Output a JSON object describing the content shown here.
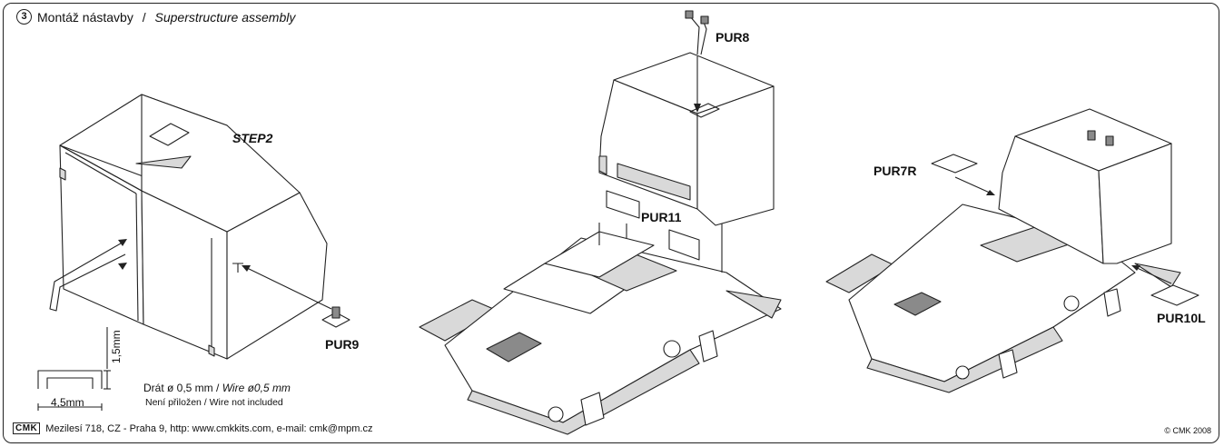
{
  "header": {
    "step_number": "3",
    "title_cz": "Montáž nástavby",
    "separator": " / ",
    "title_en": "Superstructure assembly"
  },
  "step_label": "STEP2",
  "parts": {
    "pur9": "PUR9",
    "pur8": "PUR8",
    "pur11": "PUR11",
    "pur7r": "PUR7R",
    "pur10l": "PUR10L"
  },
  "dimensions": {
    "height": "1,5mm",
    "width": "4,5mm"
  },
  "wire_note": {
    "cz": "Drát ø 0,5 mm",
    "separator": " / ",
    "en": "Wire ø0,5 mm",
    "not_included": "Není přiložen / Wire not included"
  },
  "footer": {
    "logo": "CMK",
    "address": "Mezilesí 718, CZ - Praha 9,  http: www.cmkkits.com, e-mail: cmk@mpm.cz",
    "copyright": "© CMK 2008"
  }
}
